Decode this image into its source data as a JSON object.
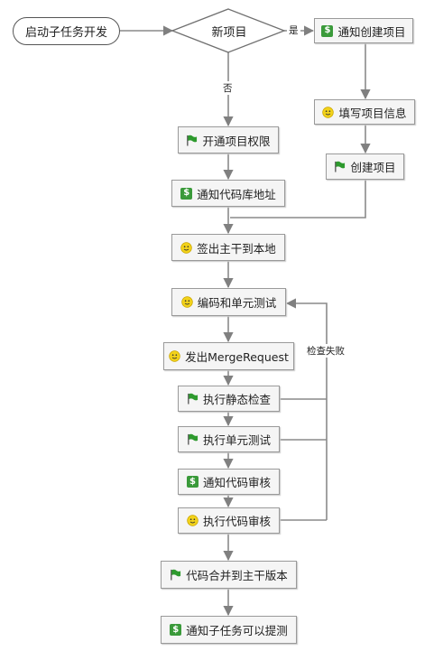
{
  "start": "启动子任务开发",
  "decision": "新项目",
  "edge_labels": {
    "yes": "是",
    "no": "否",
    "check_failed": "检查失败"
  },
  "nodes": {
    "notify_create": "通知创建项目",
    "fill_info": "填写项目信息",
    "create_project": "创建项目",
    "open_permission": "开通项目权限",
    "notify_repo": "通知代码库地址",
    "checkout": "签出主干到本地",
    "coding": "编码和单元测试",
    "merge_request": "发出MergeRequest",
    "static_check": "执行静态检查",
    "unit_test": "执行单元测试",
    "notify_review": "通知代码审核",
    "do_review": "执行代码审核",
    "merge_trunk": "代码合并到主干版本",
    "notify_test": "通知子任务可以提测"
  },
  "icons": {
    "dollar": "dollar-icon",
    "flag": "flag-icon",
    "smiley": "smiley-icon"
  },
  "colors": {
    "dollar": "#3a9a3a",
    "flag": "#2e9a2e",
    "smiley": "#f2d21a",
    "line": "#888888"
  }
}
